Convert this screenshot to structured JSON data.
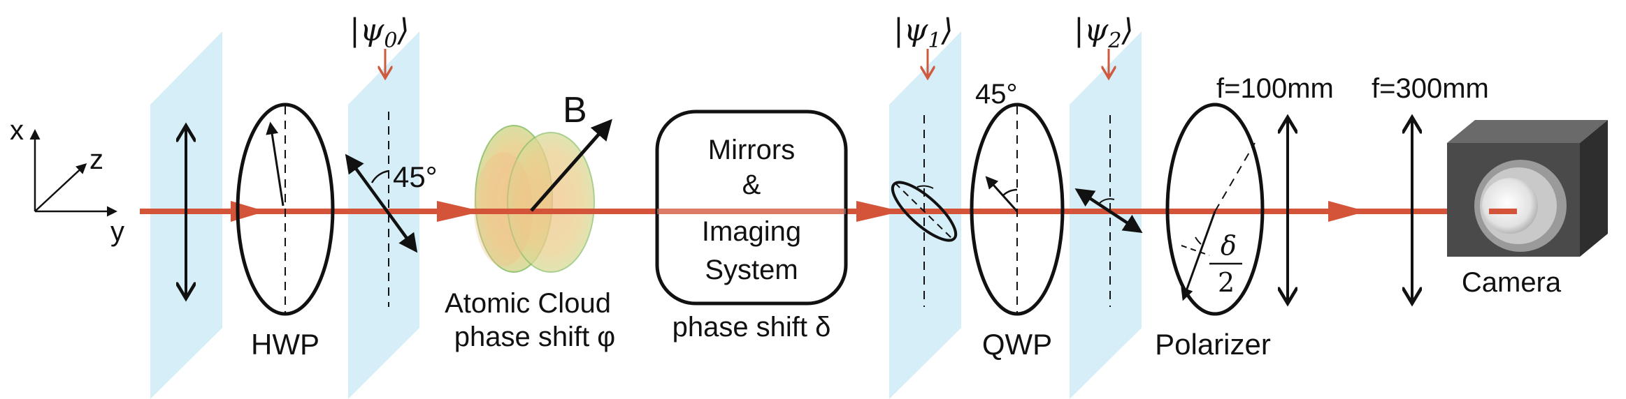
{
  "colors": {
    "beam": "#d4543a",
    "state_arrow": "#cf5a3e",
    "plane_fill": "#d6eef8",
    "ink": "#111111",
    "cloud_fill": "#cfe6a6",
    "cloud_edge": "#8fbf6a",
    "camera_body": "#4a4a4a"
  },
  "axes": {
    "x": "x",
    "y": "y",
    "z": "z"
  },
  "labels": {
    "psi0": "|ψ0⟩",
    "psi1": "|ψ1⟩",
    "psi2": "|ψ2⟩",
    "hwp": "HWP",
    "angle_45_first": "45°",
    "b_field": "B",
    "atomic_cloud": "Atomic Cloud",
    "phase_shift_phi": "phase shift φ",
    "mirrors": [
      "Mirrors",
      "&",
      "Imaging",
      "System"
    ],
    "phase_shift_delta": "phase shift δ",
    "angle_45_qwp": "45°",
    "qwp": "QWP",
    "polarizer": "Polarizer",
    "delta_num": "δ",
    "delta_den": "2",
    "lens1": "f=100mm",
    "lens2": "f=300mm",
    "camera": "Camera"
  }
}
